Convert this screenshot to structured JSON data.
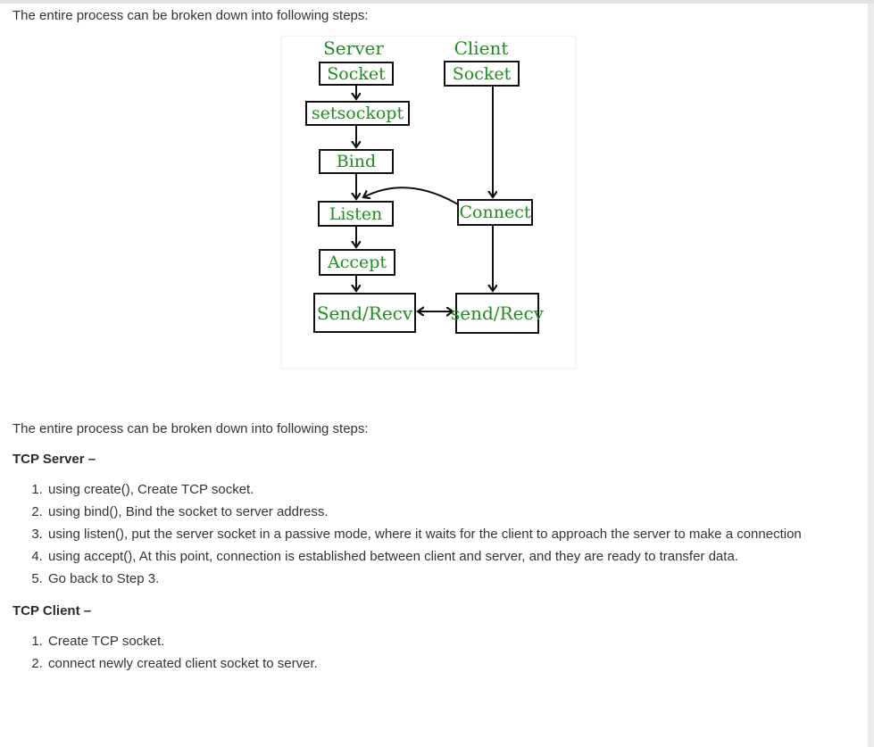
{
  "page": {
    "background": "#ffffff",
    "top_strip_color": "#e3e3e3",
    "scrollbar_track_color": "#ececec",
    "text_color": "#333333"
  },
  "intro": {
    "text": "The entire process can be broken down into following steps:"
  },
  "diagram": {
    "server_label": "Server",
    "client_label": "Client",
    "server_nodes": [
      "Socket",
      "setsockopt",
      "Bind",
      "Listen",
      "Accept",
      "Send/Recv"
    ],
    "client_nodes": [
      "Socket",
      "Connect",
      "send/Recv"
    ],
    "text_color": "#228B22",
    "line_color": "#111111",
    "box_background": "#ffffff"
  },
  "body": {
    "intro": "The entire process can be broken down into following steps:",
    "sections": [
      {
        "heading": "TCP Server –",
        "items": [
          "using create(), Create TCP socket.",
          "using bind(), Bind the socket to server address.",
          "using listen(), put the server socket in a passive mode, where it waits for the client to approach the server to make a connection",
          "using accept(), At this point, connection is established between client and server, and they are ready to transfer data.",
          "Go back to Step 3."
        ]
      },
      {
        "heading": "TCP Client –",
        "items": [
          "Create TCP socket.",
          "connect newly created client socket to server."
        ]
      }
    ]
  }
}
